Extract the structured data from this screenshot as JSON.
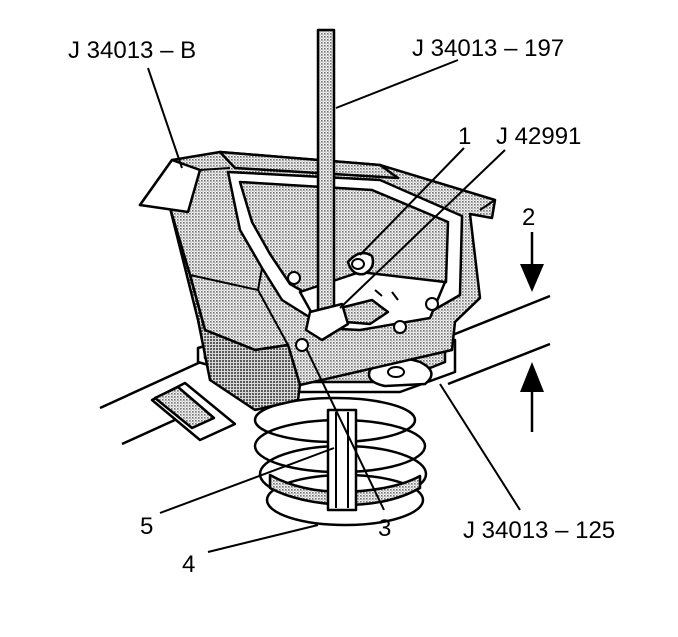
{
  "diagram": {
    "labels": {
      "tool_b": "J 34013 – B",
      "tool_197": "J 34013 – 197",
      "callout_1": "1",
      "tool_42991": "J 42991",
      "callout_2": "2",
      "callout_3": "3",
      "callout_4": "4",
      "callout_5": "5",
      "tool_125": "J 34013 – 125"
    },
    "colors": {
      "ink": "#000000",
      "shading": "#8a8a8a",
      "background": "#ffffff"
    }
  }
}
